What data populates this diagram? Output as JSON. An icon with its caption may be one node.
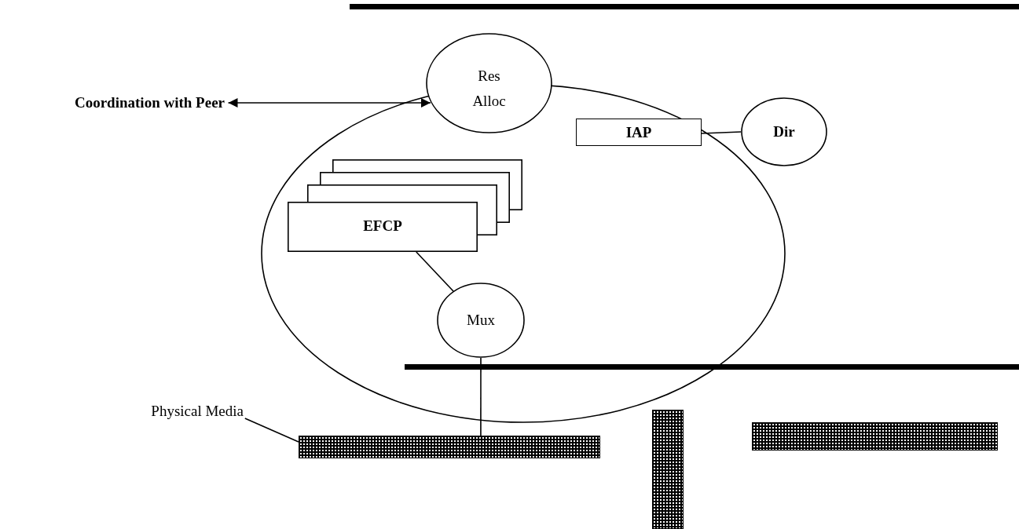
{
  "diagram": {
    "nodes": [
      {
        "text": [],
        "shape": "ellipse"
      },
      {
        "text": [
          "Coordination with Peer"
        ]
      },
      {
        "text": [
          "Res Alloc"
        ]
      },
      {
        "text": [
          "IAP"
        ],
        "in": 0
      },
      {
        "text": [
          "Dir"
        ]
      },
      {
        "text": [
          "EFCP"
        ],
        "in": 0
      },
      {
        "text": [
          "Mux"
        ],
        "in": 0
      },
      {
        "text": [
          "Physical Media"
        ]
      },
      {
        "text": [],
        "shape": "bar"
      },
      {
        "text": [],
        "shape": "bar"
      },
      {
        "text": [],
        "shape": "bar"
      }
    ],
    "edges": [
      {
        "from": 1,
        "to": 2,
        "arrow": "both"
      },
      {
        "from": 3,
        "to": 4,
        "arrow": "none"
      },
      {
        "from": 5,
        "to": 6,
        "arrow": "none"
      },
      {
        "from": 6,
        "to": 8,
        "arrow": "none"
      },
      {
        "from": 7,
        "to": 8,
        "arrow": "none"
      }
    ]
  }
}
